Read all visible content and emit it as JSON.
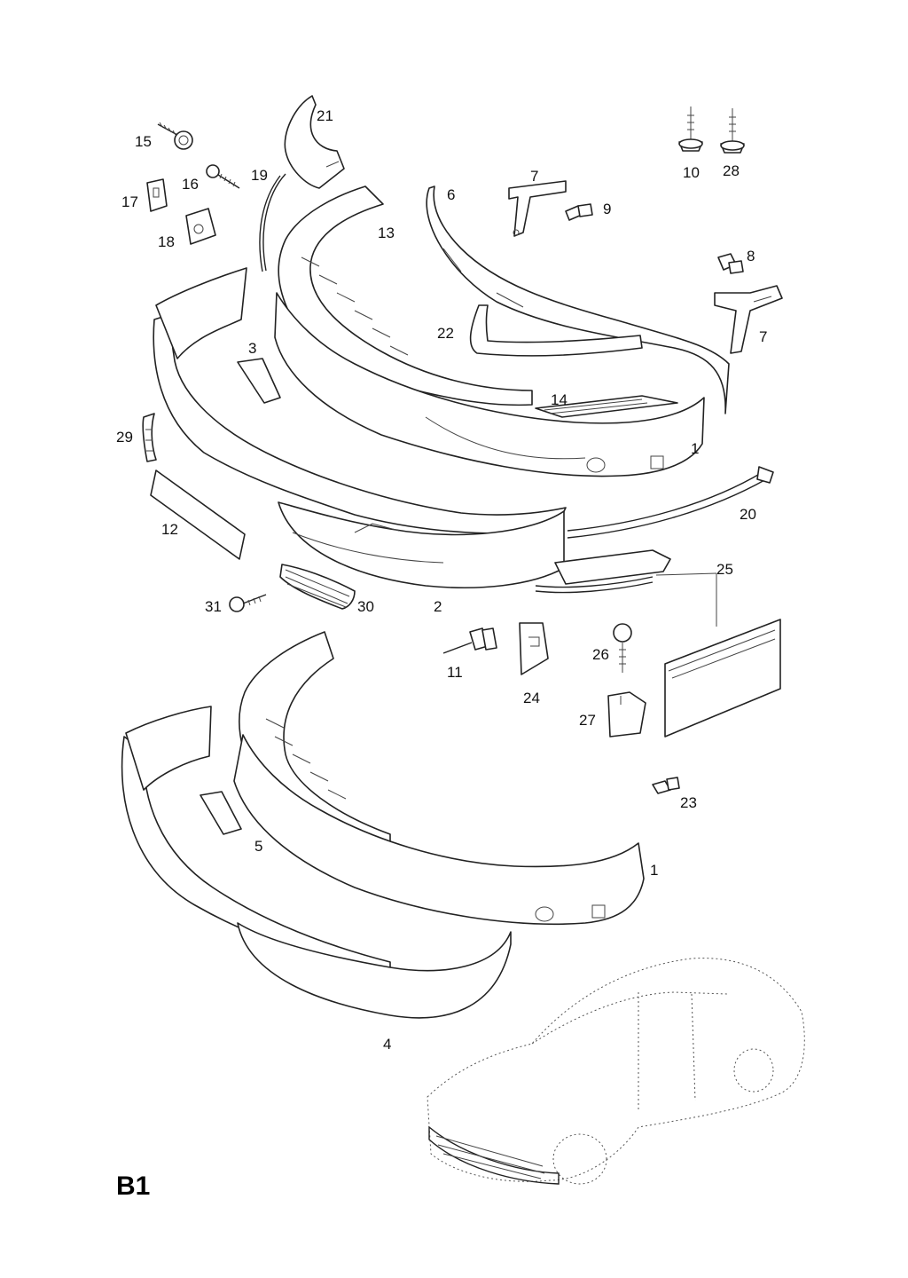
{
  "page_code": "B1",
  "callouts": [
    {
      "id": "c21",
      "text": "21"
    },
    {
      "id": "c15",
      "text": "15"
    },
    {
      "id": "c10",
      "text": "10"
    },
    {
      "id": "c28",
      "text": "28"
    },
    {
      "id": "c19",
      "text": "19"
    },
    {
      "id": "c16",
      "text": "16"
    },
    {
      "id": "c17",
      "text": "17"
    },
    {
      "id": "c6",
      "text": "6"
    },
    {
      "id": "c7a",
      "text": "7"
    },
    {
      "id": "c9",
      "text": "9"
    },
    {
      "id": "c13",
      "text": "13"
    },
    {
      "id": "c18",
      "text": "18"
    },
    {
      "id": "c8",
      "text": "8"
    },
    {
      "id": "c22",
      "text": "22"
    },
    {
      "id": "c7b",
      "text": "7"
    },
    {
      "id": "c3",
      "text": "3"
    },
    {
      "id": "c14",
      "text": "14"
    },
    {
      "id": "c29",
      "text": "29"
    },
    {
      "id": "c1a",
      "text": "1"
    },
    {
      "id": "c20",
      "text": "20"
    },
    {
      "id": "c12",
      "text": "12"
    },
    {
      "id": "c25",
      "text": "25"
    },
    {
      "id": "c31",
      "text": "31"
    },
    {
      "id": "c30",
      "text": "30"
    },
    {
      "id": "c2",
      "text": "2"
    },
    {
      "id": "c26",
      "text": "26"
    },
    {
      "id": "c11",
      "text": "11"
    },
    {
      "id": "c24",
      "text": "24"
    },
    {
      "id": "c27",
      "text": "27"
    },
    {
      "id": "c23",
      "text": "23"
    },
    {
      "id": "c5",
      "text": "5"
    },
    {
      "id": "c1b",
      "text": "1"
    },
    {
      "id": "c4",
      "text": "4"
    }
  ]
}
